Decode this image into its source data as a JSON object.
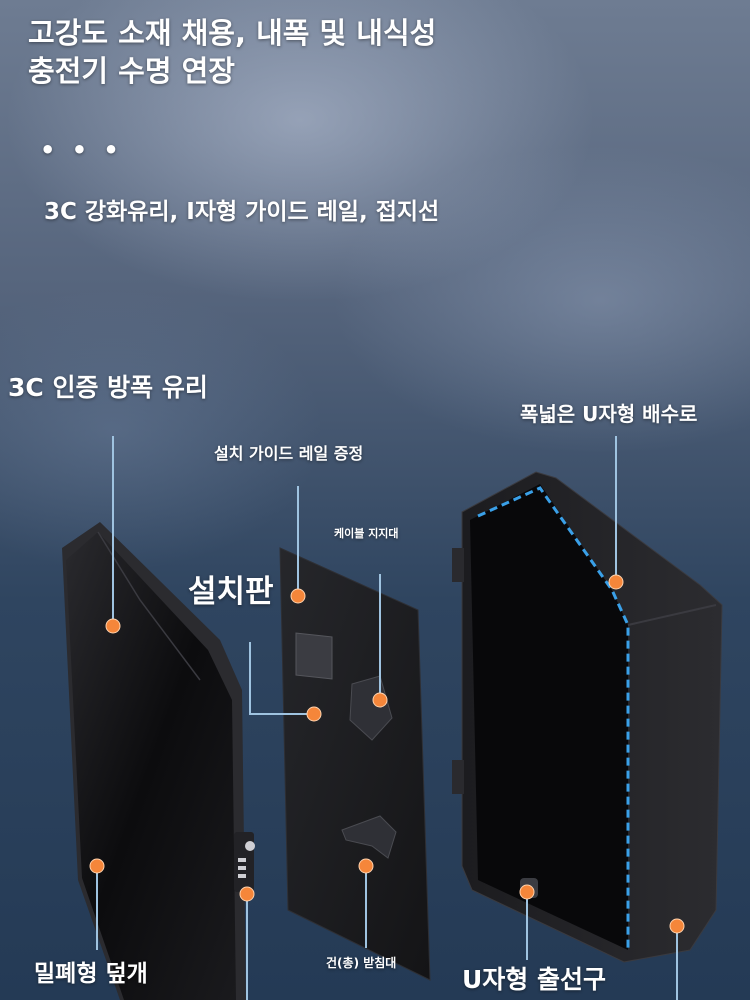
{
  "header": {
    "title_line1": "고강도 소재 채용, 내폭 및 내식성",
    "title_line2": "충전기 수명 연장",
    "dots": "• • •",
    "subtitle": "3C 강화유리, I자형 가이드 레일, 접지선"
  },
  "callouts": {
    "glass": "3C 인증 방폭 유리",
    "drain": "폭넓은 U자형 배수로",
    "guide_rail": "설치 가이드 레일 증정",
    "cable_holder": "케이블 지지대",
    "mounting_plate": "설치판",
    "sealed_cover": "밀폐형 덮개",
    "gun_holder": "건(총) 받침대",
    "outlet": "U자형 출선구"
  },
  "colors": {
    "marker": "#f5863a",
    "leader": "#9fc3e0",
    "led": "#3aa0e8",
    "panel": "#141416"
  }
}
